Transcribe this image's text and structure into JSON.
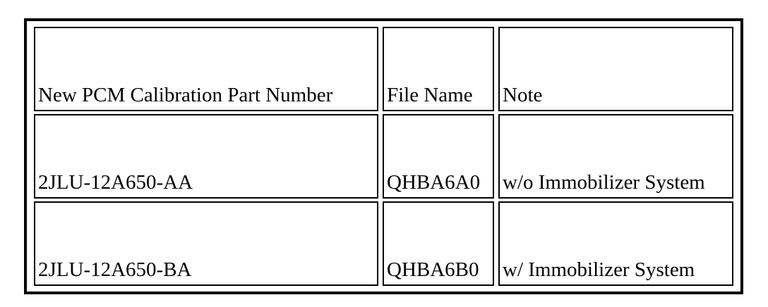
{
  "table": {
    "headers": [
      "New PCM Calibration Part Number",
      "File Name",
      "Note"
    ],
    "rows": [
      [
        "2JLU-12A650-AA",
        "QHBA6A0",
        "w/o Immobilizer System"
      ],
      [
        "2JLU-12A650-BA",
        "QHBA6B0",
        "w/ Immobilizer System"
      ]
    ]
  }
}
